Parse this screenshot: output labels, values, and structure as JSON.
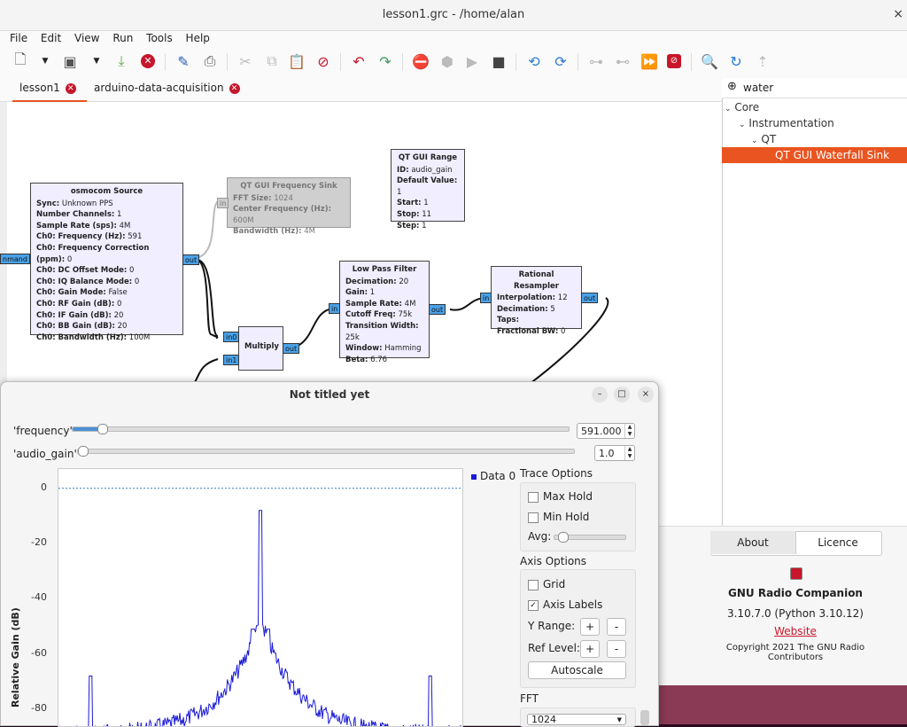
{
  "window": {
    "title": "lesson1.grc - /home/alan",
    "close": "×"
  },
  "menu": [
    "File",
    "Edit",
    "View",
    "Run",
    "Tools",
    "Help"
  ],
  "tabs": [
    {
      "label": "lesson1"
    },
    {
      "label": "arduino-data-acquisition"
    }
  ],
  "canvas": {
    "left_port_label": "nmand",
    "osmocom": {
      "title": "osmocom Source",
      "params": [
        [
          "Sync:",
          "Unknown PPS"
        ],
        [
          "Number Channels:",
          "1"
        ],
        [
          "Sample Rate (sps):",
          "4M"
        ],
        [
          "Ch0: Frequency (Hz):",
          "591"
        ],
        [
          "Ch0: Frequency Correction (ppm):",
          "0"
        ],
        [
          "Ch0: DC Offset Mode:",
          "0"
        ],
        [
          "Ch0: IQ Balance Mode:",
          "0"
        ],
        [
          "Ch0: Gain Mode:",
          "False"
        ],
        [
          "Ch0: RF Gain (dB):",
          "0"
        ],
        [
          "Ch0: IF Gain (dB):",
          "20"
        ],
        [
          "Ch0: BB Gain (dB):",
          "20"
        ],
        [
          "Ch0: Bandwidth (Hz):",
          "100M"
        ]
      ],
      "out": "out"
    },
    "freqsink": {
      "title": "QT GUI Frequency Sink",
      "params": [
        [
          "FFT Size:",
          "1024"
        ],
        [
          "Center Frequency (Hz):",
          "600M"
        ],
        [
          "Bandwidth (Hz):",
          "4M"
        ]
      ],
      "in": "in"
    },
    "range": {
      "title": "QT GUI Range",
      "params": [
        [
          "ID:",
          "audio_gain"
        ],
        [
          "Default Value:",
          "1"
        ],
        [
          "Start:",
          "1"
        ],
        [
          "Stop:",
          "11"
        ],
        [
          "Step:",
          "1"
        ]
      ]
    },
    "multiply": {
      "title": "Multiply",
      "in0": "in0",
      "in1": "in1",
      "out": "out"
    },
    "lpf": {
      "title": "Low Pass Filter",
      "params": [
        [
          "Decimation:",
          "20"
        ],
        [
          "Gain:",
          "1"
        ],
        [
          "Sample Rate:",
          "4M"
        ],
        [
          "Cutoff Freq:",
          "75k"
        ],
        [
          "Transition Width:",
          "25k"
        ],
        [
          "Window:",
          "Hamming"
        ],
        [
          "Beta:",
          "6.76"
        ]
      ],
      "in": "in",
      "out": "out"
    },
    "resampler": {
      "title": "Rational Resampler",
      "params": [
        [
          "Interpolation:",
          "12"
        ],
        [
          "Decimation:",
          "5"
        ],
        [
          "Taps:",
          ""
        ],
        [
          "Fractional BW:",
          "0"
        ]
      ],
      "in": "in",
      "out": "out"
    }
  },
  "panel": {
    "search_value": "water",
    "tree": [
      "Core",
      "Instrumentation",
      "QT",
      "QT GUI Waterfall Sink"
    ],
    "about_tab": "About",
    "licence_tab": "Licence",
    "app_name": "GNU Radio Companion",
    "version": "3.10.7.0 (Python 3.10.12)",
    "website": "Website",
    "copyright": "Copyright 2021 The GNU Radio Contributors"
  },
  "popup": {
    "title": "Not titled yet",
    "freq_label": "'frequency'",
    "freq_value": "591.000",
    "freq_level": 0.05,
    "gain_label": "'audio_gain'",
    "gain_value": "1.0",
    "gain_level": 0.0,
    "legend": "Data 0",
    "trace_options": "Trace Options",
    "max_hold": "Max Hold",
    "min_hold": "Min Hold",
    "avg": "Avg:",
    "avg_level": 0.06,
    "axis_options": "Axis Options",
    "grid": "Grid",
    "axis_labels": "Axis Labels",
    "axis_labels_check": "✓",
    "y_range": "Y Range:",
    "ref_level": "Ref Level:",
    "plus": "+",
    "minus": "-",
    "autoscale": "Autoscale",
    "fft": "FFT",
    "fft_size": "1024",
    "min_btn": "–",
    "max_btn": "□",
    "close_btn": "×"
  },
  "chart_data": {
    "type": "line",
    "ylabel": "Relative Gain (dB)",
    "yticks": [
      "0",
      "-20",
      "-40",
      "-60",
      "-80"
    ],
    "ylim": [
      -90,
      7
    ],
    "reference_line": 0,
    "series": [
      {
        "name": "Data 0",
        "color": "#1a1ad6"
      }
    ],
    "peaks": [
      {
        "x": 0.5,
        "y": -8
      },
      {
        "x": 0.48,
        "y": -51
      },
      {
        "x": 0.52,
        "y": -51
      },
      {
        "x": 0.08,
        "y": -68
      },
      {
        "x": 0.92,
        "y": -68
      }
    ],
    "noise_floor": -88
  }
}
